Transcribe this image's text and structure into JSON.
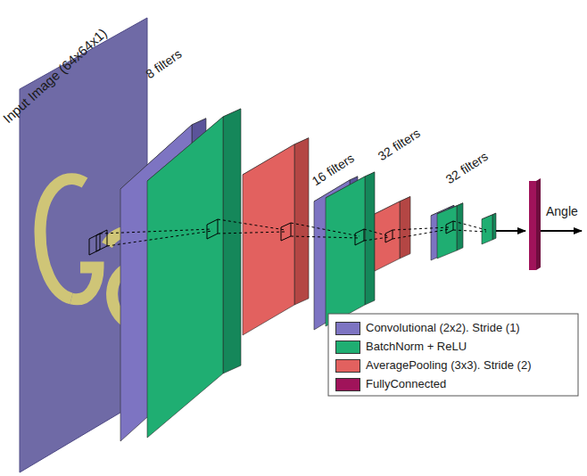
{
  "diagram": {
    "labels": [
      "Input Image (64x64x1)",
      "8 filters",
      "16 filters",
      "32 filters",
      "32 filters",
      "Angle"
    ],
    "legend": [
      {
        "text": "Convolutional (2x2). Stride (1)",
        "color": "#7d74c2"
      },
      {
        "text": "BatchNorm + ReLU",
        "color": "#1fae72"
      },
      {
        "text": "AveragePooling (3x3). Stride (2)",
        "color": "#e2615f"
      },
      {
        "text": "FullyConnected",
        "color": "#a0135a"
      }
    ]
  }
}
